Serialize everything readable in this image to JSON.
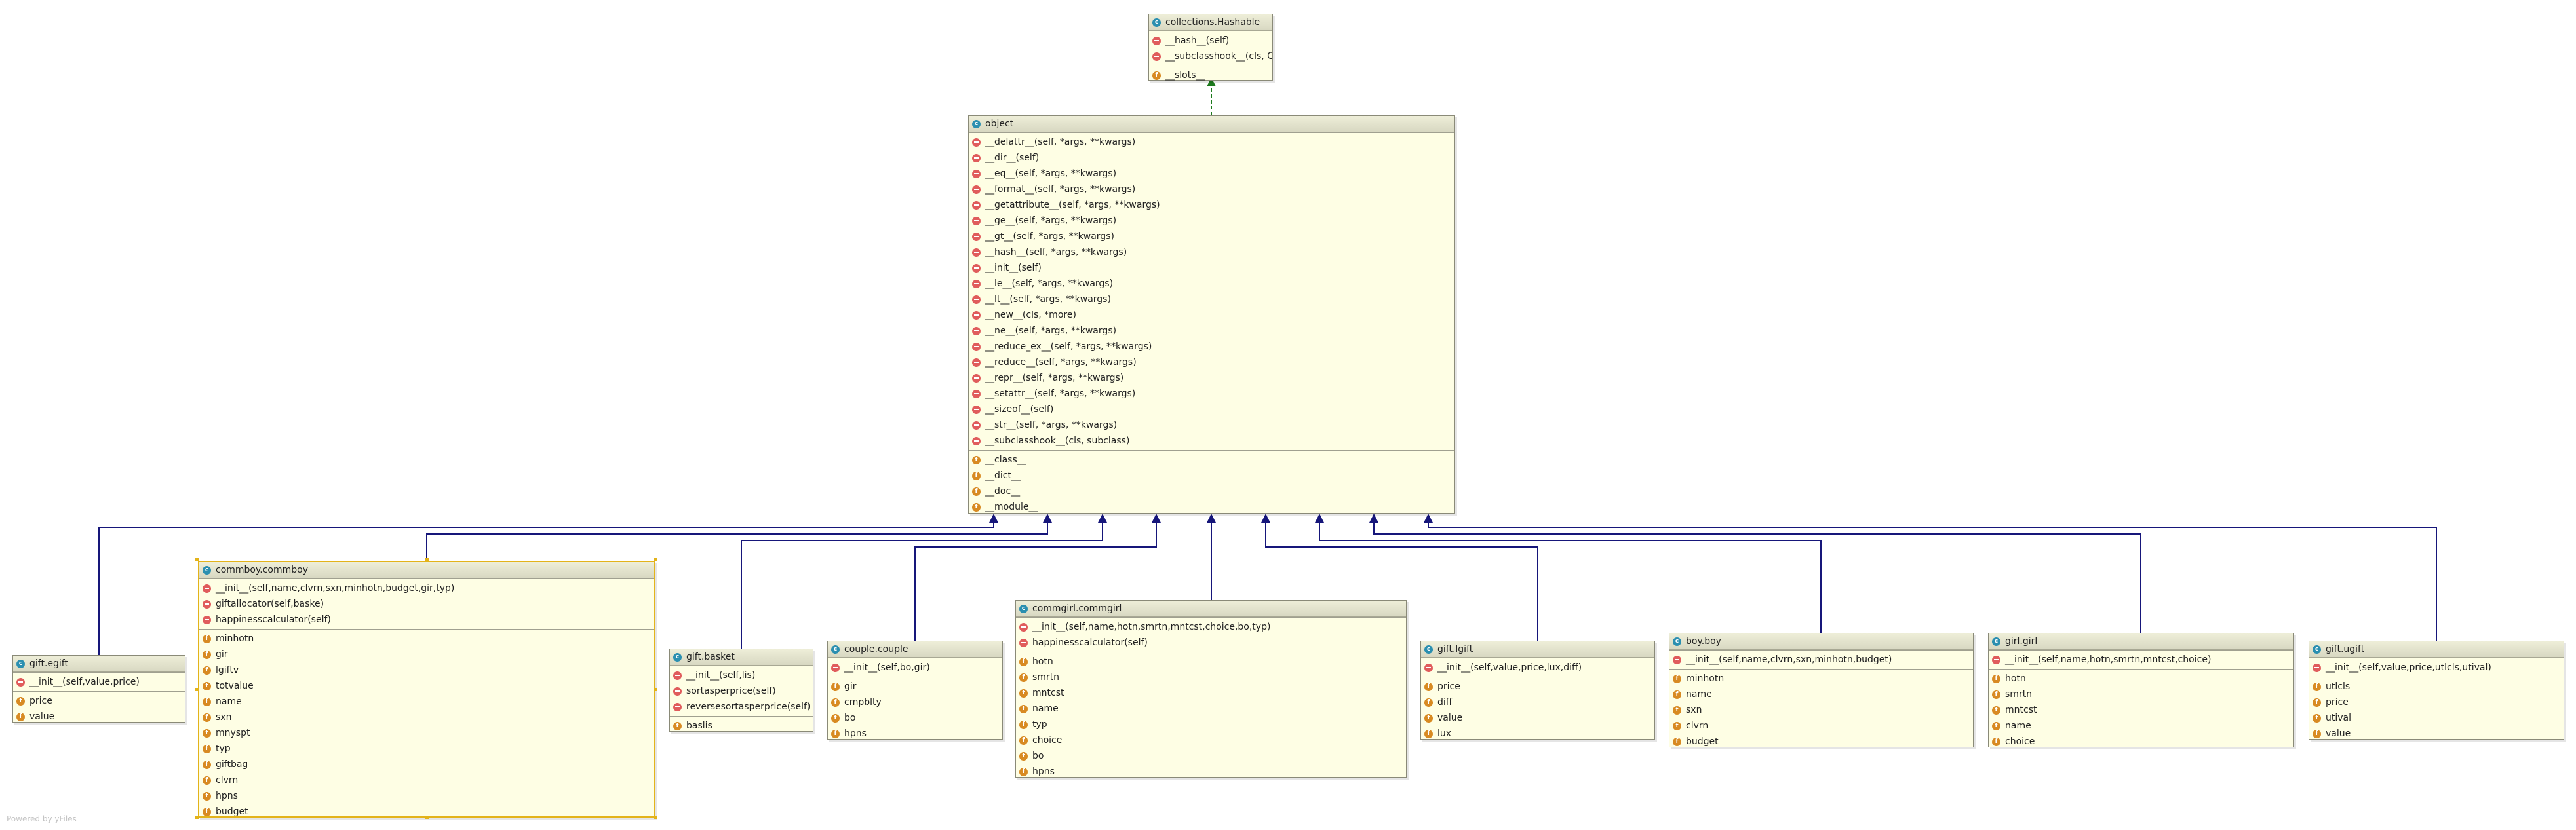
{
  "classes": {
    "hashable": {
      "name": "collections.Hashable",
      "methods": [
        "__hash__(self)",
        "__subclasshook__(cls, C)"
      ],
      "fields": [
        "__slots__"
      ]
    },
    "object": {
      "name": "object",
      "methods": [
        "__delattr__(self, *args, **kwargs)",
        "__dir__(self)",
        "__eq__(self, *args, **kwargs)",
        "__format__(self, *args, **kwargs)",
        "__getattribute__(self, *args, **kwargs)",
        "__ge__(self, *args, **kwargs)",
        "__gt__(self, *args, **kwargs)",
        "__hash__(self, *args, **kwargs)",
        "__init__(self)",
        "__le__(self, *args, **kwargs)",
        "__lt__(self, *args, **kwargs)",
        "__new__(cls, *more)",
        "__ne__(self, *args, **kwargs)",
        "__reduce_ex__(self, *args, **kwargs)",
        "__reduce__(self, *args, **kwargs)",
        "__repr__(self, *args, **kwargs)",
        "__setattr__(self, *args, **kwargs)",
        "__sizeof__(self)",
        "__str__(self, *args, **kwargs)",
        "__subclasshook__(cls, subclass)"
      ],
      "fields": [
        "__class__",
        "__dict__",
        "__doc__",
        "__module__"
      ]
    },
    "egift": {
      "name": "gift.egift",
      "methods": [
        "__init__(self,value,price)"
      ],
      "fields": [
        "price",
        "value"
      ]
    },
    "commboy": {
      "name": "commboy.commboy",
      "methods": [
        "__init__(self,name,clvrn,sxn,minhotn,budget,gir,typ)",
        "giftallocator(self,baske)",
        "happinesscalculator(self)"
      ],
      "fields": [
        "minhotn",
        "gir",
        "lgiftv",
        "totvalue",
        "name",
        "sxn",
        "mnyspt",
        "typ",
        "giftbag",
        "clvrn",
        "hpns",
        "budget"
      ]
    },
    "basket": {
      "name": "gift.basket",
      "methods": [
        "__init__(self,lis)",
        "sortasperprice(self)",
        "reversesortasperprice(self)"
      ],
      "fields": [
        "baslis"
      ]
    },
    "couple": {
      "name": "couple.couple",
      "methods": [
        "__init__(self,bo,gir)"
      ],
      "fields": [
        "gir",
        "cmpblty",
        "bo",
        "hpns"
      ]
    },
    "commgirl": {
      "name": "commgirl.commgirl",
      "methods": [
        "__init__(self,name,hotn,smrtn,mntcst,choice,bo,typ)",
        "happinesscalculator(self)"
      ],
      "fields": [
        "hotn",
        "smrtn",
        "mntcst",
        "name",
        "typ",
        "choice",
        "bo",
        "hpns"
      ]
    },
    "lgift": {
      "name": "gift.lgift",
      "methods": [
        "__init__(self,value,price,lux,diff)"
      ],
      "fields": [
        "price",
        "diff",
        "value",
        "lux"
      ]
    },
    "boy": {
      "name": "boy.boy",
      "methods": [
        "__init__(self,name,clvrn,sxn,minhotn,budget)"
      ],
      "fields": [
        "minhotn",
        "name",
        "sxn",
        "clvrn",
        "budget"
      ]
    },
    "girl": {
      "name": "girl.girl",
      "methods": [
        "__init__(self,name,hotn,smrtn,mntcst,choice)"
      ],
      "fields": [
        "hotn",
        "smrtn",
        "mntcst",
        "name",
        "choice"
      ]
    },
    "ugift": {
      "name": "gift.ugift",
      "methods": [
        "__init__(self,value,price,utlcls,utival)"
      ],
      "fields": [
        "utlcls",
        "price",
        "utival",
        "value"
      ]
    }
  },
  "footer": "Powered by yFiles",
  "colors": {
    "box_fill": "#fefee4",
    "header": "#dcdcc6",
    "edge_inherit": "#16167a",
    "edge_realize": "#1d7a1d",
    "selection": "#e3b31a"
  }
}
